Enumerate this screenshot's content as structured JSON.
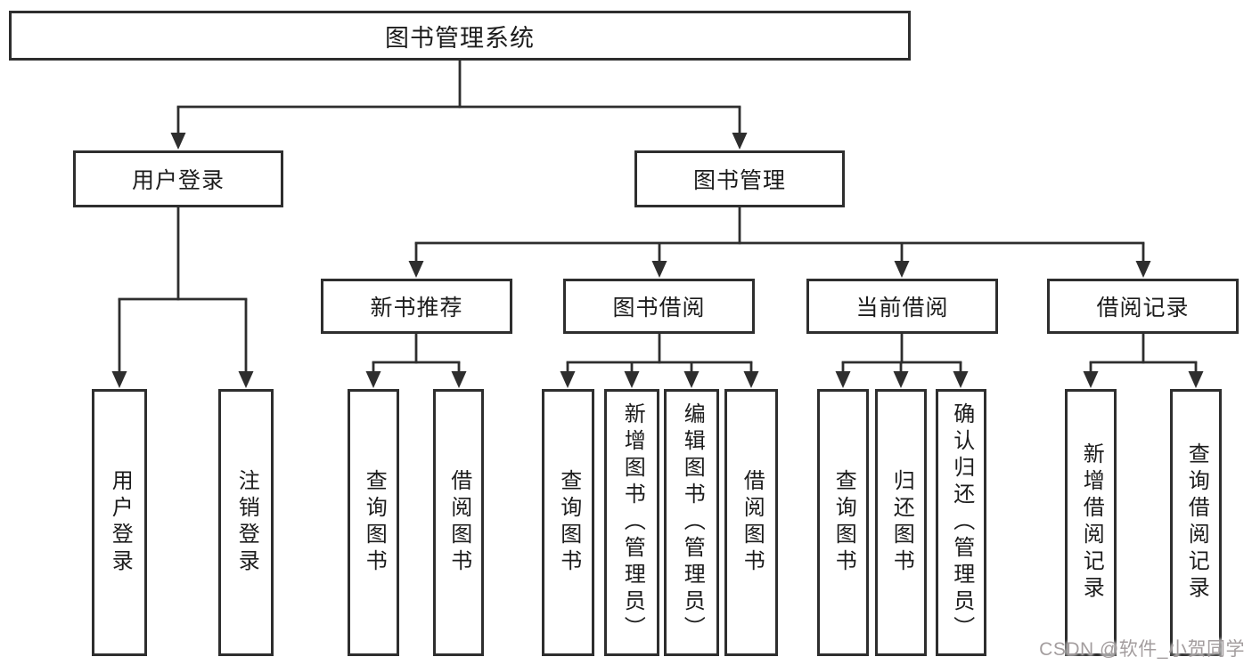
{
  "colors": {
    "line": "#2e2e2e",
    "text": "#1c1c1c",
    "background": "#ffffff",
    "watermark": "#9e9899"
  },
  "watermark": "CSDN @软件_小贺同学",
  "tree": {
    "label": "图书管理系统",
    "children": [
      {
        "label": "用户登录",
        "children": [
          {
            "label": "用户登录"
          },
          {
            "label": "注销登录"
          }
        ]
      },
      {
        "label": "图书管理",
        "children": [
          {
            "label": "新书推荐",
            "children": [
              {
                "label": "查询图书"
              },
              {
                "label": "借阅图书"
              }
            ]
          },
          {
            "label": "图书借阅",
            "children": [
              {
                "label": "查询图书"
              },
              {
                "label": "新增图书（管理员）"
              },
              {
                "label": "编辑图书（管理员）"
              },
              {
                "label": "借阅图书"
              }
            ]
          },
          {
            "label": "当前借阅",
            "children": [
              {
                "label": "查询图书"
              },
              {
                "label": "归还图书"
              },
              {
                "label": "确认归还（管理员）"
              }
            ]
          },
          {
            "label": "借阅记录",
            "children": [
              {
                "label": "新增借阅记录"
              },
              {
                "label": "查询借阅记录"
              }
            ]
          }
        ]
      }
    ]
  }
}
